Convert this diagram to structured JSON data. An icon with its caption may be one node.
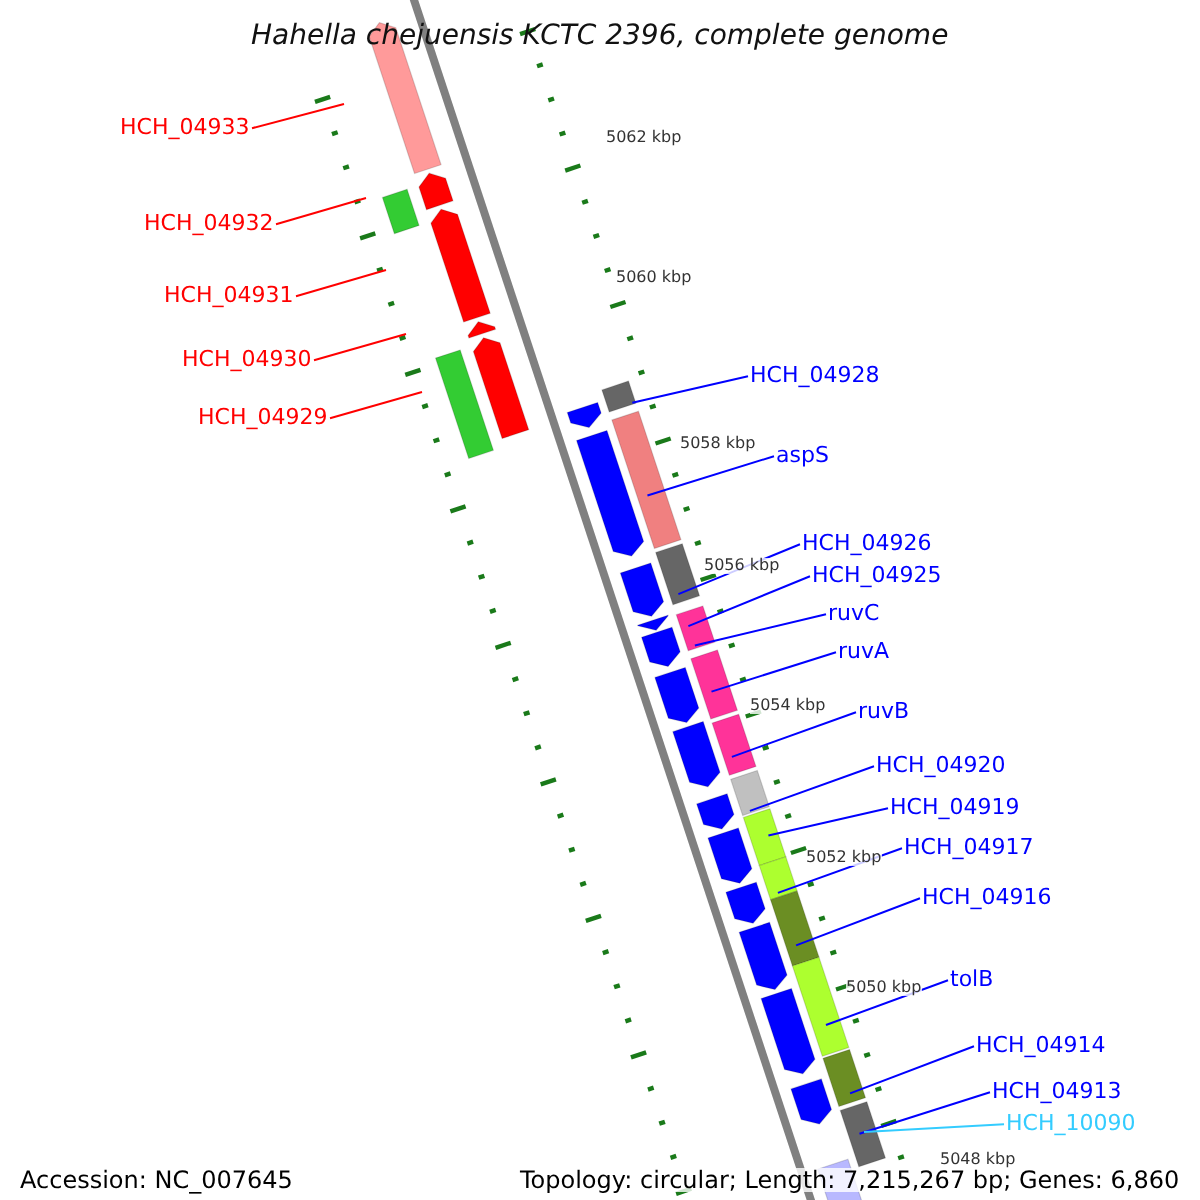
{
  "diagram": {
    "title": "Hahella chejuensis KCTC 2396, complete genome",
    "nodes": [
      {
        "text": [
          "HCH_04933"
        ]
      },
      {
        "text": [
          "HCH_04932"
        ]
      },
      {
        "text": [
          "HCH_04931"
        ]
      },
      {
        "text": [
          "HCH_04930"
        ]
      },
      {
        "text": [
          "HCH_04929"
        ]
      },
      {
        "text": [
          "HCH_04928"
        ]
      },
      {
        "text": [
          "aspS"
        ]
      },
      {
        "text": [
          "HCH_04926"
        ]
      },
      {
        "text": [
          "HCH_04925"
        ]
      },
      {
        "text": [
          "ruvC"
        ]
      },
      {
        "text": [
          "ruvA"
        ]
      },
      {
        "text": [
          "ruvB"
        ]
      },
      {
        "text": [
          "HCH_04920"
        ]
      },
      {
        "text": [
          "HCH_04919"
        ]
      },
      {
        "text": [
          "HCH_04917"
        ]
      },
      {
        "text": [
          "HCH_04916"
        ]
      },
      {
        "text": [
          "tolB"
        ]
      },
      {
        "text": [
          "HCH_04914"
        ]
      },
      {
        "text": [
          "HCH_04913"
        ]
      },
      {
        "text": [
          "HCH_10090"
        ]
      }
    ],
    "edges": [
      {
        "from": 0,
        "to": null,
        "arrow": "none",
        "color": "#ff0000"
      },
      {
        "from": 1,
        "to": null,
        "arrow": "none",
        "color": "#ff0000"
      },
      {
        "from": 2,
        "to": null,
        "arrow": "none",
        "color": "#ff0000"
      },
      {
        "from": 3,
        "to": null,
        "arrow": "none",
        "color": "#ff0000"
      },
      {
        "from": 4,
        "to": null,
        "arrow": "none",
        "color": "#ff0000"
      },
      {
        "from": 5,
        "to": null,
        "arrow": "none"
      },
      {
        "from": 6,
        "to": null,
        "arrow": "none"
      },
      {
        "from": 7,
        "to": null,
        "arrow": "none"
      },
      {
        "from": 8,
        "to": null,
        "arrow": "none"
      },
      {
        "from": 9,
        "to": null,
        "arrow": "none"
      },
      {
        "from": 10,
        "to": null,
        "arrow": "none"
      },
      {
        "from": 11,
        "to": null,
        "arrow": "none"
      },
      {
        "from": 12,
        "to": null,
        "arrow": "none"
      },
      {
        "from": 13,
        "to": null,
        "arrow": "none"
      },
      {
        "from": 14,
        "to": null,
        "arrow": "none"
      },
      {
        "from": 15,
        "to": null,
        "arrow": "none"
      },
      {
        "from": 16,
        "to": null,
        "arrow": "none"
      },
      {
        "from": 17,
        "to": null,
        "arrow": "none"
      },
      {
        "from": 18,
        "to": null,
        "arrow": "none"
      },
      {
        "from": 19,
        "to": null,
        "arrow": "none",
        "color": "#33ccff"
      }
    ],
    "labels": [
      "5062 kbp",
      "5060 kbp",
      "5058 kbp",
      "5056 kbp",
      "5054 kbp",
      "5052 kbp",
      "5050 kbp",
      "5048 kbp",
      "Accession: NC_007645",
      "Topology: circular; Length: 7,215,267 bp; Genes: 6,860"
    ]
  }
}
